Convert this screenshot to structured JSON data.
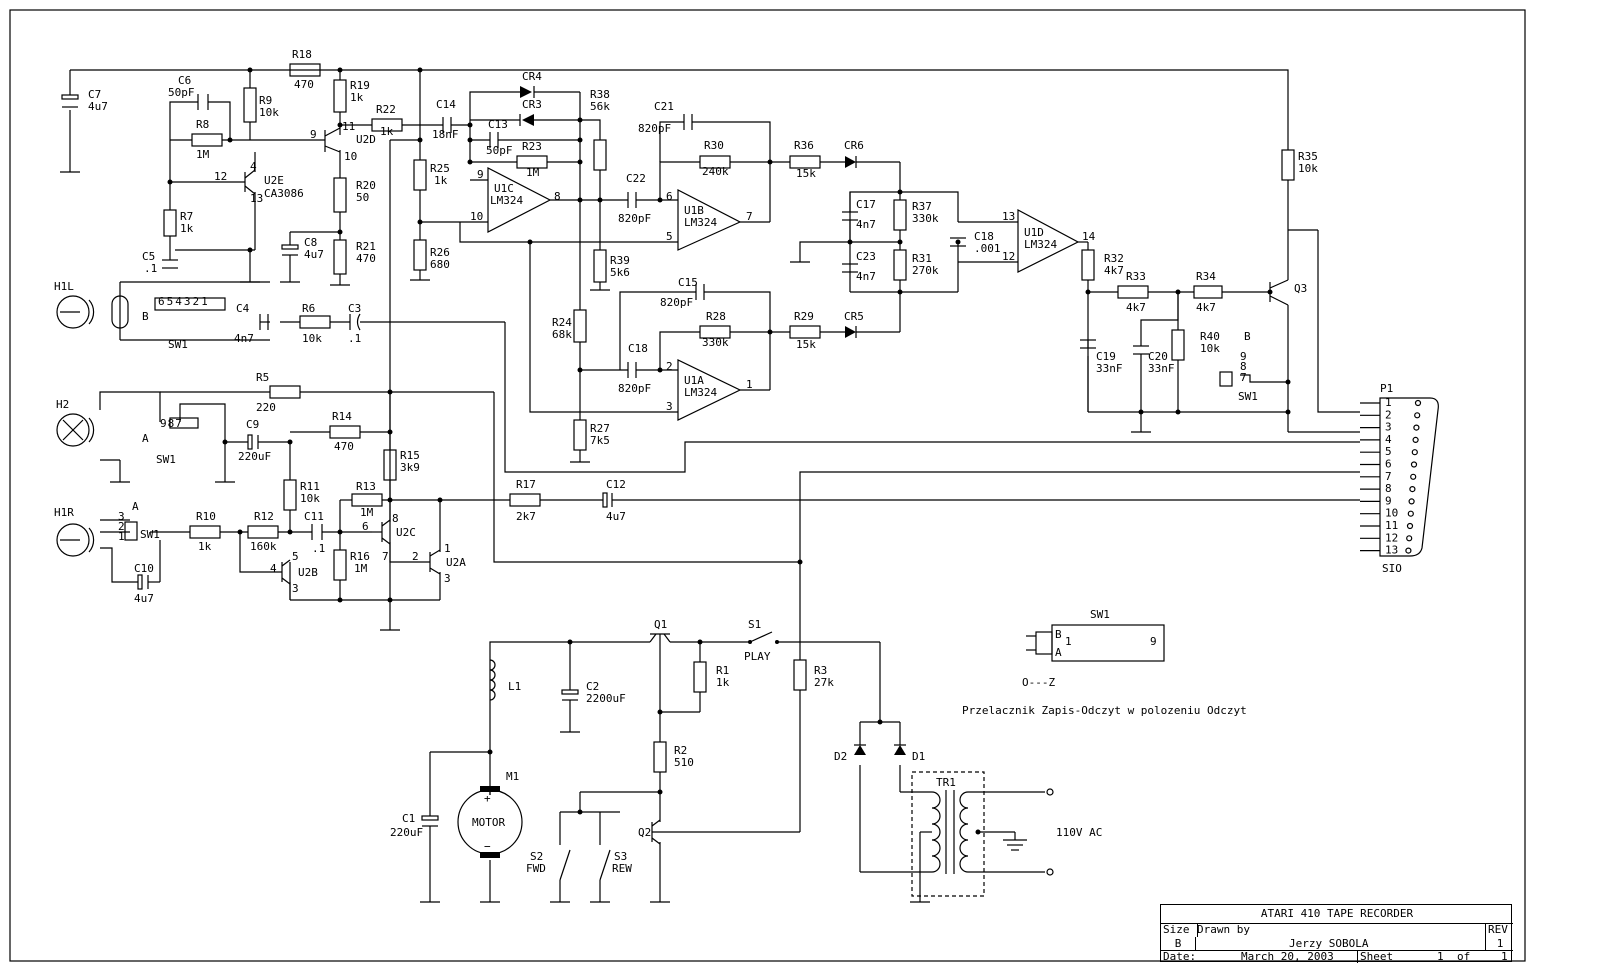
{
  "components": {
    "C7": {
      "ref": "C7",
      "value": "4u7"
    },
    "C6": {
      "ref": "C6",
      "value": "50pF"
    },
    "R18": {
      "ref": "R18",
      "value": "470"
    },
    "R19": {
      "ref": "R19",
      "value": "1k"
    },
    "R9": {
      "ref": "R9",
      "value": "10k"
    },
    "R8": {
      "ref": "R8",
      "value": "1M"
    },
    "R22": {
      "ref": "R22",
      "value": "1k"
    },
    "C14": {
      "ref": "C14",
      "value": "18nF"
    },
    "U2D": {
      "ref": "U2D"
    },
    "U2E": {
      "ref": "U2E",
      "value": "CA3086"
    },
    "R20": {
      "ref": "R20",
      "value": "50"
    },
    "R21": {
      "ref": "R21",
      "value": "470"
    },
    "C8": {
      "ref": "C8",
      "value": "4u7"
    },
    "R7": {
      "ref": "R7",
      "value": "1k"
    },
    "C5": {
      "ref": "C5",
      "value": ".1"
    },
    "R25": {
      "ref": "R25",
      "value": "1k"
    },
    "R26": {
      "ref": "R26",
      "value": "680"
    },
    "CR4": {
      "ref": "CR4"
    },
    "CR3": {
      "ref": "CR3"
    },
    "C13": {
      "ref": "C13",
      "value": "50pF"
    },
    "R23": {
      "ref": "R23",
      "value": "1M"
    },
    "U1C": {
      "ref": "U1C",
      "value": "LM324"
    },
    "R38": {
      "ref": "R38",
      "value": "56k"
    },
    "C21": {
      "ref": "C21",
      "value": "820pF"
    },
    "C22": {
      "ref": "C22",
      "value": "820pF"
    },
    "R30": {
      "ref": "R30",
      "value": "240k"
    },
    "U1B": {
      "ref": "U1B",
      "value": "LM324"
    },
    "R36": {
      "ref": "R36",
      "value": "15k"
    },
    "CR6": {
      "ref": "CR6"
    },
    "C17": {
      "ref": "C17",
      "value": "4n7"
    },
    "C23": {
      "ref": "C23",
      "value": "4n7"
    },
    "R37": {
      "ref": "R37",
      "value": "330k"
    },
    "R31": {
      "ref": "R31",
      "value": "270k"
    },
    "C18": {
      "ref": "C18",
      "value": ".001"
    },
    "U1D": {
      "ref": "U1D",
      "value": "LM324"
    },
    "R35": {
      "ref": "R35",
      "value": "10k"
    },
    "R32": {
      "ref": "R32",
      "value": "4k7"
    },
    "R33": {
      "ref": "R33",
      "value": "4k7"
    },
    "R34": {
      "ref": "R34",
      "value": "4k7"
    },
    "Q3": {
      "ref": "Q3"
    },
    "R39": {
      "ref": "R39",
      "value": "5k6"
    },
    "C15": {
      "ref": "C15",
      "value": "820pF"
    },
    "R24": {
      "ref": "R24",
      "value": "68k"
    },
    "C18b": {
      "ref": "C18",
      "value": "820pF"
    },
    "R28": {
      "ref": "R28",
      "value": "330k"
    },
    "U1A": {
      "ref": "U1A",
      "value": "LM324"
    },
    "R29": {
      "ref": "R29",
      "value": "15k"
    },
    "CR5": {
      "ref": "CR5"
    },
    "R27": {
      "ref": "R27",
      "value": "7k5"
    },
    "C19": {
      "ref": "C19",
      "value": "33nF"
    },
    "C20": {
      "ref": "C20",
      "value": "33nF"
    },
    "R40": {
      "ref": "R40",
      "value": "10k"
    },
    "H1L": {
      "ref": "H1L"
    },
    "C4": {
      "ref": "C4",
      "value": "4n7"
    },
    "R6": {
      "ref": "R6",
      "value": "10k"
    },
    "C3": {
      "ref": "C3",
      "value": ".1"
    },
    "H2": {
      "ref": "H2"
    },
    "R5": {
      "ref": "R5",
      "value": "220"
    },
    "C9": {
      "ref": "C9",
      "value": "220uF"
    },
    "R14": {
      "ref": "R14",
      "value": "470"
    },
    "R15": {
      "ref": "R15",
      "value": "3k9"
    },
    "H1R": {
      "ref": "H1R"
    },
    "R10": {
      "ref": "R10",
      "value": "1k"
    },
    "R12": {
      "ref": "R12",
      "value": "160k"
    },
    "R11": {
      "ref": "R11",
      "value": "10k"
    },
    "C11": {
      "ref": "C11",
      "value": ".1"
    },
    "R13": {
      "ref": "R13",
      "value": "1M"
    },
    "R16": {
      "ref": "R16",
      "value": "1M"
    },
    "U2C": {
      "ref": "U2C"
    },
    "U2B": {
      "ref": "U2B"
    },
    "U2A": {
      "ref": "U2A"
    },
    "C10": {
      "ref": "C10",
      "value": "4u7"
    },
    "R17": {
      "ref": "R17",
      "value": "2k7"
    },
    "C12": {
      "ref": "C12",
      "value": "4u7"
    },
    "L1": {
      "ref": "L1"
    },
    "C2": {
      "ref": "C2",
      "value": "2200uF"
    },
    "Q1": {
      "ref": "Q1"
    },
    "S1": {
      "ref": "S1",
      "value": "PLAY"
    },
    "R1": {
      "ref": "R1",
      "value": "1k"
    },
    "R3": {
      "ref": "R3",
      "value": "27k"
    },
    "R2": {
      "ref": "R2",
      "value": "510"
    },
    "M1": {
      "ref": "M1",
      "value": "MOTOR"
    },
    "C1": {
      "ref": "C1",
      "value": "220uF"
    },
    "S2": {
      "ref": "S2",
      "value": "FWD"
    },
    "S3": {
      "ref": "S3",
      "value": "REW"
    },
    "Q2": {
      "ref": "Q2"
    },
    "D2": {
      "ref": "D2"
    },
    "D1": {
      "ref": "D1"
    },
    "TR1": {
      "ref": "TR1"
    },
    "P1": {
      "ref": "P1",
      "value": "SIO"
    }
  },
  "misc_labels": {
    "sw1": "SW1",
    "sw_pos_b": "B",
    "sw_pos_a": "A",
    "ac": "110V AC",
    "oz": "O---Z",
    "note": "Przelacznik Zapis-Odczyt w polozeniu Odczyt"
  },
  "pins": {
    "u1c_9": "9",
    "u1c_8": "8",
    "u1c_10": "10",
    "u1b_6": "6",
    "u1b_5": "5",
    "u1b_7": "7",
    "u1a_2": "2",
    "u1a_3": "3",
    "u1a_1": "1",
    "u1d_13": "13",
    "u1d_12": "12",
    "u1d_14": "14",
    "u2d_11": "11",
    "u2d_9": "9",
    "u2d_10": "10",
    "u2e_4": "4",
    "u2e_12": "12",
    "u2e_13": "13",
    "u2c_8": "8",
    "u2c_6": "6",
    "u2c_7": "7",
    "u2a_1": "1",
    "u2a_2": "2",
    "u2a_3": "3",
    "u2b_5": "5",
    "u2b_4": "4",
    "u2b_3": "3",
    "sw1_top": "654321",
    "sw1_h2": "987",
    "sw1_q3_9": "9",
    "sw1_q3_8": "8",
    "sw1_q3_7": "7",
    "sw1_h1r_3": "3",
    "sw1_h1r_2": "2",
    "sw1_h1r_1": "1",
    "sw1b_1": "1",
    "sw1b_9": "9"
  },
  "p1_pins": [
    "1",
    "2",
    "3",
    "4",
    "5",
    "6",
    "7",
    "8",
    "9",
    "10",
    "11",
    "12",
    "13"
  ],
  "title_block": {
    "title": "ATARI 410 TAPE RECORDER",
    "size_label": "Size",
    "size": "B",
    "drawn_label": "Drawn by",
    "author": "Jerzy SOBOLA",
    "rev_label": "REV",
    "rev": "1",
    "date_label": "Date:",
    "date": "March 20, 2003",
    "sheet_label": "Sheet",
    "sheet": "1",
    "of_label": "of",
    "total": "1"
  }
}
